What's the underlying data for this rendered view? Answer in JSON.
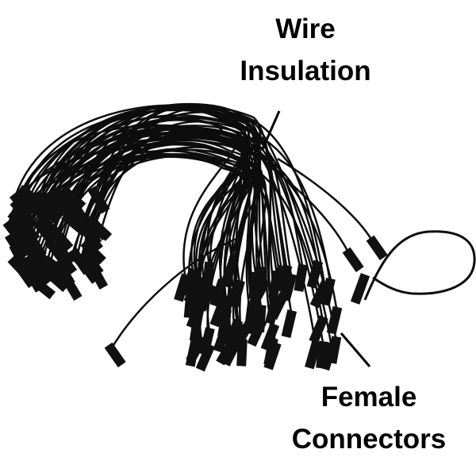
{
  "labels": {
    "wire_line1": "Wire",
    "wire_line2": "Insulation",
    "female_line1": "Female",
    "female_line2": "Connectors"
  },
  "colors": {
    "wire": "#0d0d0d",
    "background": "#ffffff",
    "text": "#000000"
  }
}
